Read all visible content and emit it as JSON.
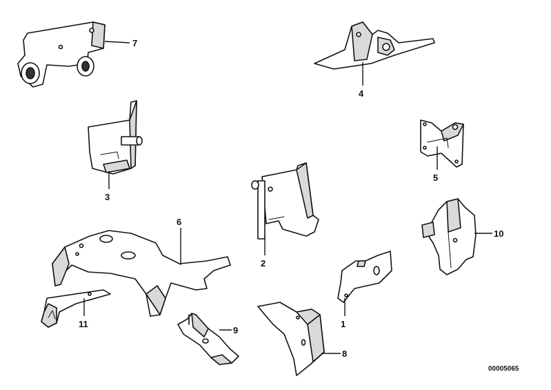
{
  "callouts": {
    "c1": "1",
    "c2": "2",
    "c3": "3",
    "c4": "4",
    "c5": "5",
    "c6": "6",
    "c7": "7",
    "c8": "8",
    "c9": "9",
    "c10": "10",
    "c11": "11"
  },
  "document_number": "00005065"
}
